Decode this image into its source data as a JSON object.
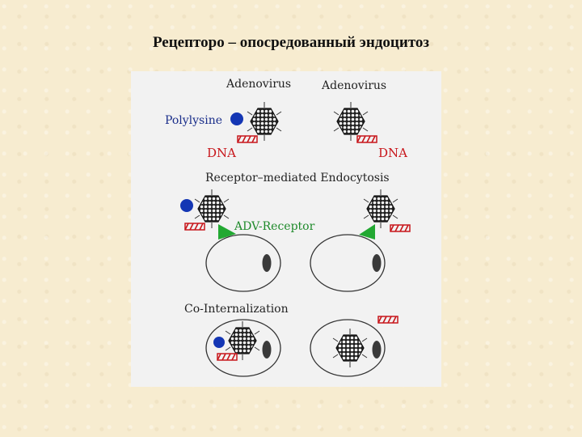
{
  "slide": {
    "title": "Рецепторо – опосредованный эндоцитоз"
  },
  "figure": {
    "labels": {
      "adenovirus_left": "Adenovirus",
      "adenovirus_right": "Adenovirus",
      "polylysine": "Polylysine",
      "dna_left": "DNA",
      "dna_right": "DNA",
      "receptor_mediated": "Receptor–mediated Endocytosis",
      "adv_receptor": "ADV-Receptor",
      "co_internalization": "Co-Internalization"
    },
    "colors": {
      "panel_bg": "#f2f2f2",
      "polylysine": "#1436b4",
      "dna": "#c8171c",
      "receptor": "#22a832",
      "virus_fill": "#555555",
      "nucleus": "#3a3a3a"
    }
  }
}
